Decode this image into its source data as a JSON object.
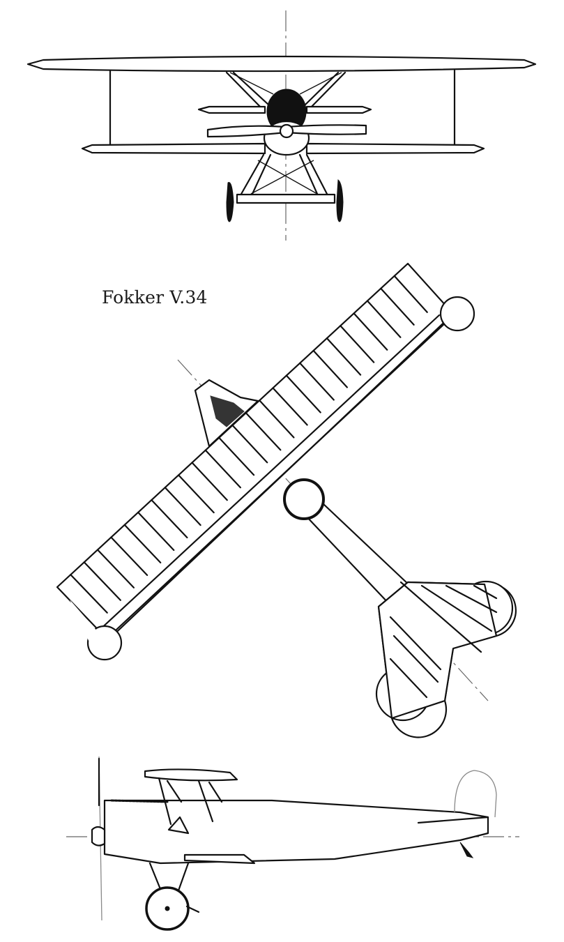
{
  "drawing": {
    "caption": "Fokker V.34",
    "views": [
      {
        "id": "front",
        "label": ""
      },
      {
        "id": "plan",
        "label": ""
      },
      {
        "id": "side",
        "label": ""
      }
    ]
  }
}
